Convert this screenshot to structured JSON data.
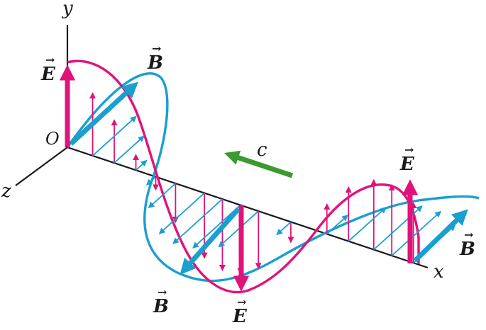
{
  "labels": {
    "y_axis": "y",
    "x_axis": "x",
    "z_axis": "z",
    "origin": "O",
    "speed": "c",
    "e_field": "E",
    "b_field": "B",
    "vector_arrow": "→"
  },
  "colors": {
    "e_field": "#e0137a",
    "b_field": "#1a9fd0",
    "propagation_arrow": "#3a9b2e",
    "axes": "#1a1a1a"
  }
}
